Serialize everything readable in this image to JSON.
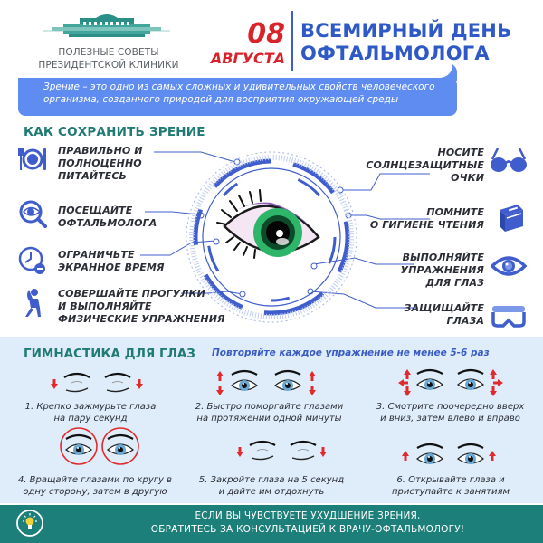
{
  "header": {
    "logo_line1": "ПОЛЕЗНЫЕ СОВЕТЫ",
    "logo_line2": "ПРЕЗИДЕНТСКОЙ КЛИНИКИ",
    "date_day": "08",
    "date_month": "АВГУСТА",
    "title_line1": "ВСЕМИРНЫЙ ДЕНЬ",
    "title_line2": "ОФТАЛЬМОЛОГА"
  },
  "intro": {
    "line1": "Зрение – это одно из самых сложных и удивительных свойств человеческого",
    "line2": "организма, созданного природой для восприятия окружающей среды"
  },
  "save_vision": {
    "title": "КАК СОХРАНИТЬ ЗРЕНИЕ",
    "left_tips": [
      {
        "icon": "plate-fork-knife-icon",
        "lines": [
          "ПРАВИЛЬНО И",
          "ПОЛНОЦЕННО",
          "ПИТАЙТЕСЬ"
        ]
      },
      {
        "icon": "magnifier-eye-icon",
        "lines": [
          "ПОСЕЩАЙТЕ",
          "ОФТАЛЬМОЛОГА"
        ]
      },
      {
        "icon": "clock-minus-icon",
        "lines": [
          "ОГРАНИЧЬТЕ",
          "ЭКРАННОЕ ВРЕМЯ"
        ]
      },
      {
        "icon": "stretching-person-icon",
        "lines": [
          "СОВЕРШАЙТЕ ПРОГУЛКИ",
          "И ВЫПОЛНЯЙТЕ",
          "ФИЗИЧЕСКИЕ УПРАЖНЕНИЯ"
        ]
      }
    ],
    "right_tips": [
      {
        "icon": "sunglasses-icon",
        "lines": [
          "НОСИТЕ",
          "СОЛНЦЕЗАЩИТНЫЕ",
          "ОЧКИ"
        ]
      },
      {
        "icon": "book-icon",
        "lines": [
          "ПОМНИТЕ",
          "О ГИГИЕНЕ ЧТЕНИЯ"
        ]
      },
      {
        "icon": "eye-icon",
        "lines": [
          "ВЫПОЛНЯЙТЕ",
          "УПРАЖНЕНИЯ",
          "ДЛЯ ГЛАЗ"
        ]
      },
      {
        "icon": "goggles-icon",
        "lines": [
          "ЗАЩИЩАЙТЕ",
          "ГЛАЗА"
        ]
      }
    ]
  },
  "gymnastics": {
    "title": "ГИМНАСТИКА ДЛЯ ГЛАЗ",
    "subtitle": "Повторяйте каждое упражнение не менее 5-6 раз",
    "exercises": [
      {
        "lines": [
          "1. Крепко зажмурьте глаза",
          "на пару секунд"
        ]
      },
      {
        "lines": [
          "2. Быстро поморгайте глазами",
          "на протяжении одной минуты"
        ]
      },
      {
        "lines": [
          "3. Смотрите поочередно вверх",
          "и вниз, затем влево и вправо"
        ]
      },
      {
        "lines": [
          "4. Вращайте глазами по кругу в",
          "одну сторону, затем в другую"
        ]
      },
      {
        "lines": [
          "5. Закройте глаза на 5 секунд",
          "и дайте им отдохнуть"
        ]
      },
      {
        "lines": [
          "6. Открывайте глаза и",
          "приступайте к занятиям"
        ]
      }
    ]
  },
  "footer": {
    "line1": "ЕСЛИ ВЫ ЧУВСТВУЕТЕ УХУДШЕНИЕ ЗРЕНИЯ,",
    "line2": "ОБРАТИТЕСЬ ЗА КОНСУЛЬТАЦИЕЙ К ВРАЧУ-ОФТАЛЬМОЛОГУ!",
    "icon": "lightbulb-icon"
  },
  "colors": {
    "red": "#d8232a",
    "blue": "#2e59c6",
    "banner_blue": "#5f8cf0",
    "teal": "#1d7f79",
    "light_blue_bg": "#deedf9"
  }
}
